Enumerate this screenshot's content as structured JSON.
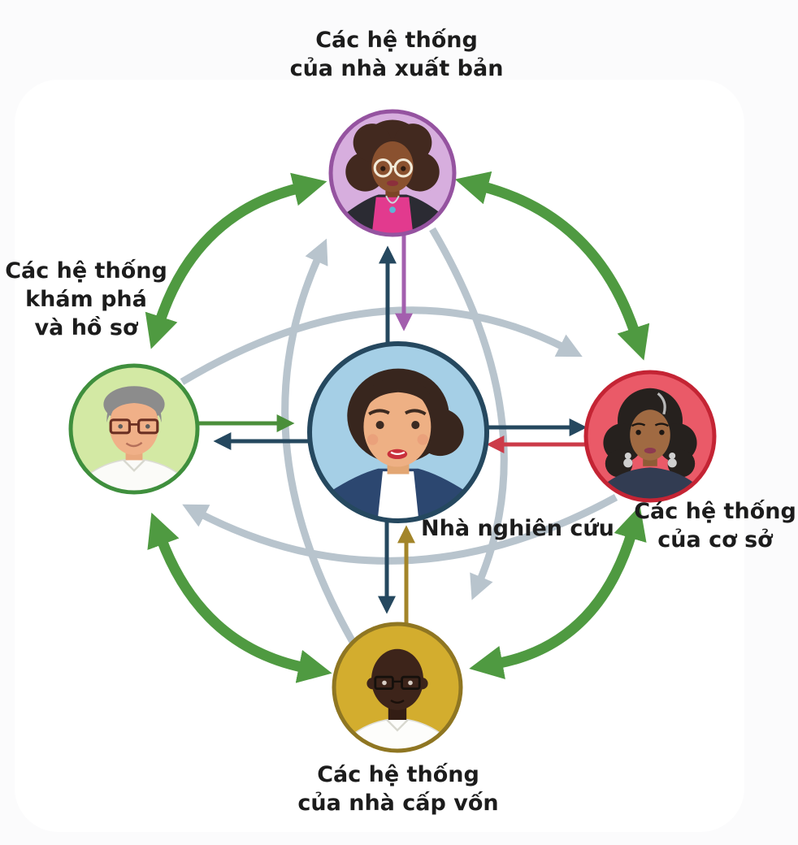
{
  "center": {
    "label": "Nhà nghiên cứu",
    "fill": "#a5cfe6",
    "border": "#25485f",
    "arrow_color": "#25485f"
  },
  "nodes": {
    "publisher": {
      "label": "Các hệ thống\ncủa nhà xuất bản",
      "fill": "#d7aede",
      "border": "#9553a0",
      "arrow_color": "#a35fae"
    },
    "profiles": {
      "label": "Các hệ thống\nkhám phá\nvà hồ sơ",
      "fill": "#d3e9a4",
      "border": "#3f8f3d",
      "arrow_color": "#4b8f3b"
    },
    "institution": {
      "label": "Các hệ thống\ncủa cơ sở",
      "fill": "#ea5a68",
      "border": "#c42434",
      "arrow_color": "#cc3b49"
    },
    "funder": {
      "label": "Các hệ thống\ncủa nhà cấp vốn",
      "fill": "#d3ad2e",
      "border": "#8f7622",
      "arrow_color": "#a3852a"
    }
  },
  "colors": {
    "system_to_system_link": "#4f9a41",
    "inter_system_flow": "#b8c4cd",
    "label_text": "#1c1c1c",
    "background": "#ffffff"
  }
}
